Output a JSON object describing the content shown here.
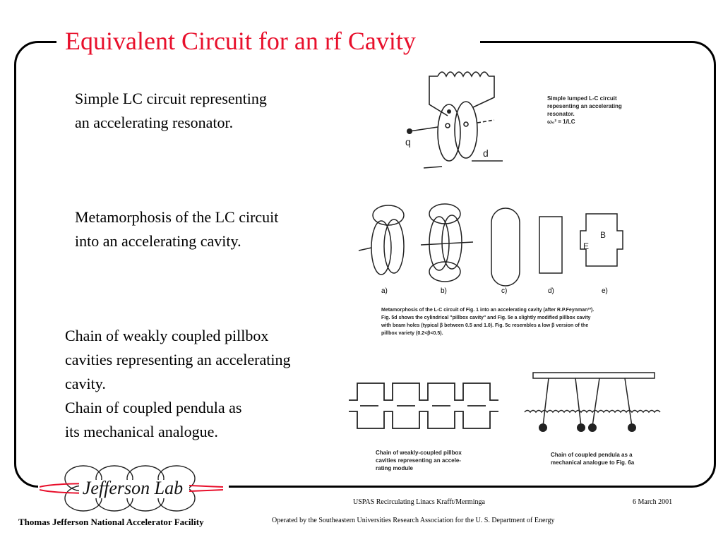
{
  "slide": {
    "title": "Equivalent Circuit for an rf Cavity"
  },
  "text_blocks": {
    "lc_circuit": [
      "Simple LC circuit representing",
      "an accelerating resonator."
    ],
    "metamorphosis": [
      "Metamorphosis of the LC circuit",
      "into an accelerating cavity."
    ],
    "chain": [
      "Chain of weakly coupled pillbox",
      "cavities representing an accelerating",
      "cavity.",
      "Chain of coupled pendula as",
      "its mechanical analogue."
    ]
  },
  "figures": {
    "lc_figure": {
      "caption": [
        "Simple lumped L-C circuit",
        "repesenting an accelerating",
        "resonator.",
        "ω₀² = 1/LC"
      ],
      "label_q": "q",
      "label_d": "d"
    },
    "metamorphosis_figure": {
      "sub_labels": [
        "a)",
        "b)",
        "c)",
        "d)",
        "e)"
      ],
      "label_B": "B",
      "label_E": "E",
      "caption": [
        "Metamorphosis of the L-C circuit of Fig. 1 into an accelerating cavity (after R.P.Feynman³³).",
        "Fig. 5d shows the cylindrical \"pillbox cavity\" and Fig. 5e a slightly modified pillbox cavity",
        "with beam holes (typical β between 0.5 and 1.0). Fig. 5c resembles a low β version of the",
        "pillbox variety (0.2<β<0.5)."
      ]
    },
    "pillbox_chain_figure": {
      "caption": [
        "Chain of weakly-coupled pillbox",
        "cavities representing an accele-",
        "rating module"
      ]
    },
    "pendula_figure": {
      "caption": [
        "Chain of coupled pendula as a",
        "mechanical analogue to Fig. 6a"
      ]
    }
  },
  "logo": {
    "text": "Jefferson Lab",
    "red": "#e8102c"
  },
  "footer": {
    "facility": "Thomas Jefferson National Accelerator Facility",
    "course": "USPAS Recirculating Linacs Krafft/Merminga",
    "date": "6 March  2001",
    "operated_by": "Operated by the Southeastern Universities Research Association for the U. S. Department of Energy"
  },
  "colors": {
    "title": "#e8102c",
    "frame": "#000000"
  }
}
